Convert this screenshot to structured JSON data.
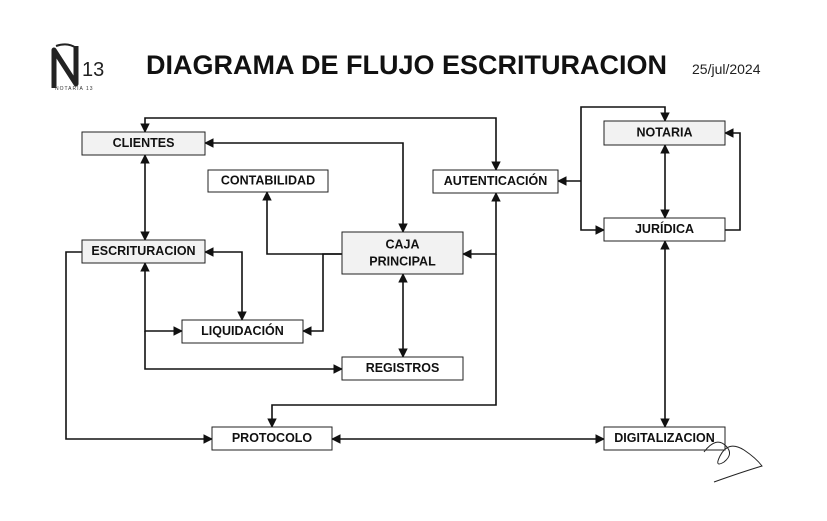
{
  "header": {
    "logo_mark": "N13",
    "logo_text": "NOTARIA 13",
    "title": "DIAGRAMA DE FLUJO ESCRITURACION",
    "date": "25/jul/2024"
  },
  "nodes": {
    "clientes": "CLIENTES",
    "contabilidad": "CONTABILIDAD",
    "autenticacion": "AUTENTICACIÓN",
    "notaria": "NOTARIA",
    "escrituracion": "ESCRITURACION",
    "caja_line1": "CAJA",
    "caja_line2": "PRINCIPAL",
    "juridica": "JURÍDICA",
    "liquidacion": "LIQUIDACIÓN",
    "registros": "REGISTROS",
    "protocolo": "PROTOCOLO",
    "digitalizacion": "DIGITALIZACION"
  },
  "colors": {
    "stroke": "#111111",
    "box_fill": "#ffffff",
    "box_shaded": "#f2f2f2"
  }
}
